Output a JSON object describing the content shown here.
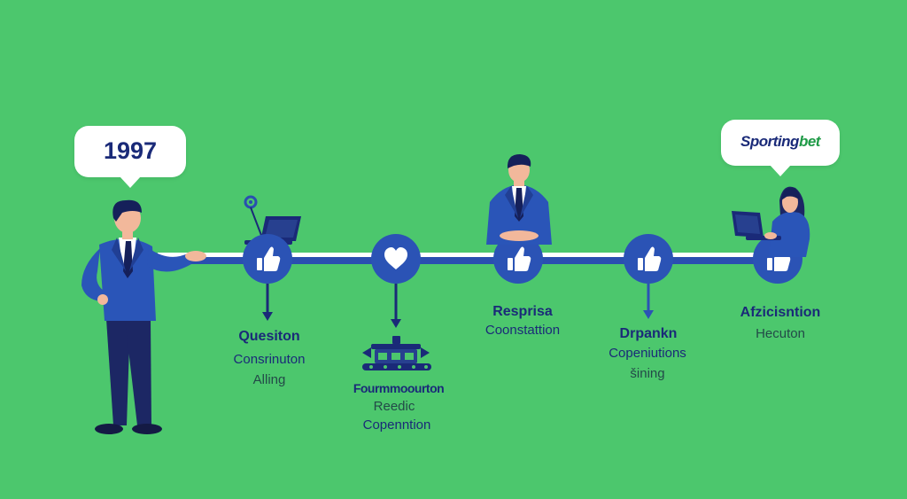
{
  "bubbles": {
    "year": "1997",
    "brand_main": "Sporting",
    "brand_accent": "bet"
  },
  "icons": {
    "timeline_nodes": [
      "thumbs-up-icon",
      "heart-icon",
      "thumbs-up-icon",
      "thumbs-up-icon",
      "thumbs-up-icon"
    ],
    "small_marker": "ring-marker-icon",
    "devices": [
      "laptop-icon",
      "laptop-icon",
      "machine-icon"
    ]
  },
  "labels": [
    {
      "line1": "Quesiton",
      "line2": "Consrinuton",
      "line3": "Alling"
    },
    {
      "line1": "Fourmmoourton",
      "line2": "Reedic",
      "line3": "Copenntion"
    },
    {
      "line1": "Resprisa",
      "line2": "Coonstattion"
    },
    {
      "line1": "Drpankn",
      "line2": "Copeniutions",
      "line3": "šining"
    },
    {
      "line1": "Afzicisntion",
      "line2": "Hecuton"
    }
  ],
  "colors": {
    "background": "#4cc76d",
    "navy": "#1a2a78",
    "royal_blue": "#2a55b8",
    "node_blue": "#2b53b5",
    "brand_green": "#1e9a46"
  }
}
